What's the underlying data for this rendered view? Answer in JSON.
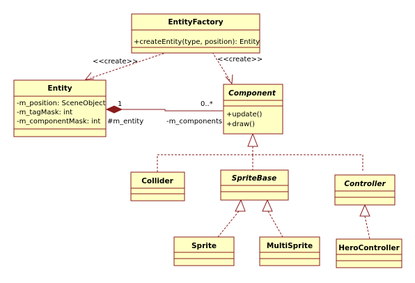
{
  "classes": {
    "entity_factory": {
      "name": "EntityFactory",
      "operations": [
        "+createEntity(type, position): Entity"
      ]
    },
    "entity": {
      "name": "Entity",
      "attributes": [
        "-m_position: SceneObject",
        "-m_tagMask: int",
        "-m_componentMask: int"
      ]
    },
    "component": {
      "name": "Component",
      "operations": [
        "+update()",
        "+draw()"
      ]
    },
    "collider": {
      "name": "Collider"
    },
    "sprite_base": {
      "name": "SpriteBase"
    },
    "controller": {
      "name": "Controller"
    },
    "sprite": {
      "name": "Sprite"
    },
    "multi_sprite": {
      "name": "MultiSprite"
    },
    "hero_controller": {
      "name": "HeroController"
    }
  },
  "relations": {
    "create_left": "<<create>>",
    "create_right": "<<create>>",
    "assoc_entity_mult": "1",
    "assoc_component_mult": "0..*",
    "assoc_entity_role": "#m_entity",
    "assoc_component_role": "-m_components"
  }
}
